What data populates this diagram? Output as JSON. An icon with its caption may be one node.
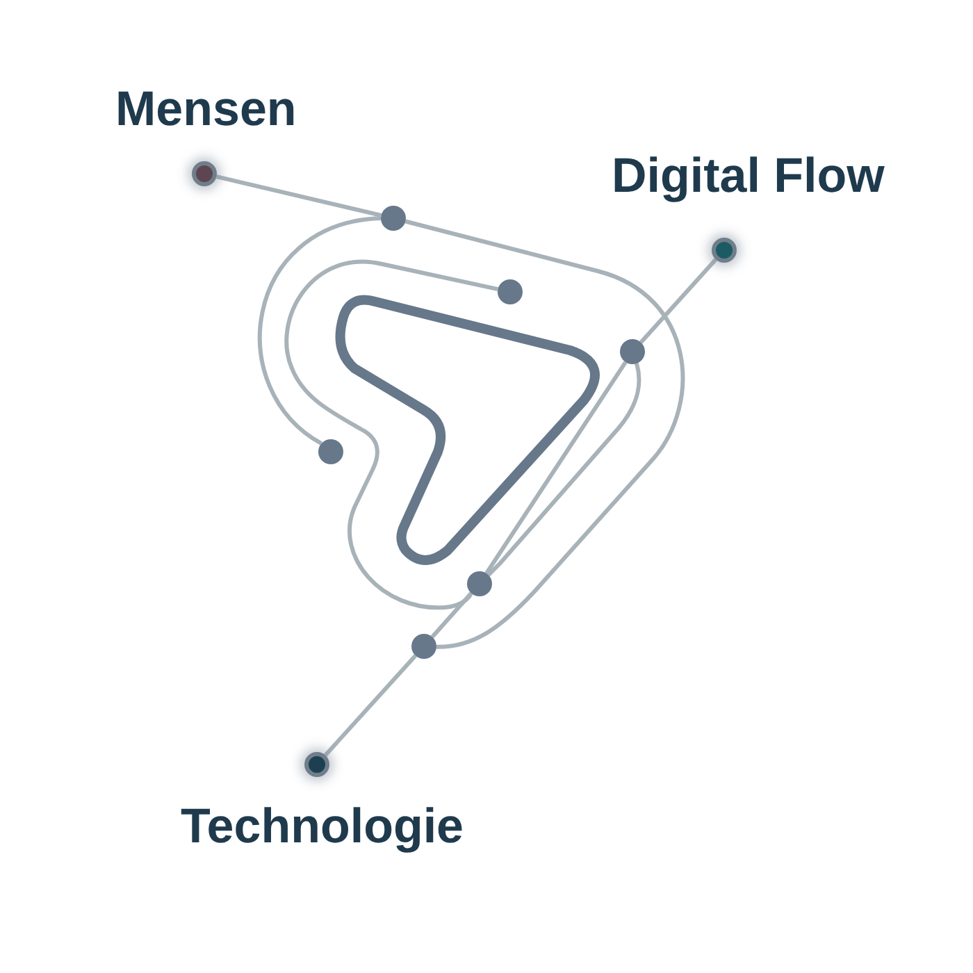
{
  "diagram": {
    "nodes": [
      {
        "text": [
          "Mensen"
        ]
      },
      {
        "text": [
          "Digital Flow"
        ]
      },
      {
        "text": [],
        "shape": "circle"
      },
      {
        "text": [],
        "shape": "circle"
      },
      {
        "text": [],
        "shape": "circle"
      },
      {
        "text": [],
        "shape": "circle"
      },
      {
        "text": [],
        "shape": "circle"
      },
      {
        "text": [],
        "shape": "circle"
      },
      {
        "text": [],
        "shape": "circle"
      },
      {
        "text": [],
        "shape": "circle"
      },
      {
        "text": [],
        "shape": "circle"
      },
      {
        "text": [
          "Technologie"
        ]
      }
    ],
    "edges": [
      {
        "from": 2,
        "to": 3,
        "arrow": "none"
      },
      {
        "from": 3,
        "to": 9,
        "arrow": "none"
      },
      {
        "from": 3,
        "to": 7,
        "arrow": "none"
      },
      {
        "from": 5,
        "to": 8,
        "arrow": "none"
      },
      {
        "from": 10,
        "to": 9,
        "arrow": "none"
      },
      {
        "from": 9,
        "to": 8,
        "arrow": "none"
      },
      {
        "from": 8,
        "to": 6,
        "arrow": "none"
      },
      {
        "from": 6,
        "to": 4,
        "arrow": "none"
      },
      {
        "from": 6,
        "to": 8,
        "arrow": "none"
      }
    ]
  }
}
